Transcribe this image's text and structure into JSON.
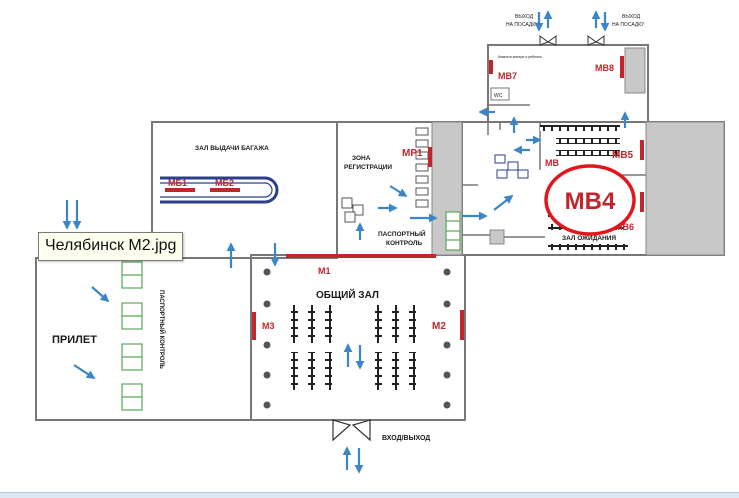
{
  "tooltip": {
    "text": "Челябинск М2.jpg"
  },
  "labels": {
    "baggage_hall": "ЗАЛ ВЫДАЧИ БАГАЖА",
    "registration_line1": "ЗОНА",
    "registration_line2": "РЕГИСТРАЦИИ",
    "passport_control_line1": "ПАСПОРТНЫЙ",
    "passport_control_line2": "КОНТРОЛЬ",
    "passport_control_vertical": "ПАСПОРТНЫЙ КОНТРОЛЬ",
    "arrival": "ПРИЛЕТ",
    "general_hall": "ОБЩИЙ ЗАЛ",
    "entrance_exit": "ВХОД/ВЫХОД",
    "boarding_exit_1_line1": "ВЫХОД",
    "boarding_exit_1_line2": "НА ПОСАДКУ",
    "boarding_exit_2_line1": "ВЫХОД",
    "boarding_exit_2_line2": "НА ПОСАДКУ",
    "waiting_hall": "ЗАЛ ОЖИДАНИЯ",
    "wc": "WC",
    "small_note": "Комната матери и ребенка"
  },
  "markers": {
    "mb1": "МБ1",
    "mb2": "МБ2",
    "mr1": "МР1",
    "m1": "М1",
    "m2": "М2",
    "m3": "М3",
    "mv4": "МВ4",
    "mv5": "МВ5",
    "mv6": "МВ6",
    "mv7": "МВ7",
    "mv8": "МВ8",
    "mv_partial": "МВ"
  },
  "colors": {
    "wall": "#777777",
    "marker_red": "#c0262c",
    "arrow_blue": "#3a86c8",
    "counter_green": "#5aa65a",
    "gray_block": "#c8c8c8",
    "highlight_ring": "#e3161b"
  }
}
